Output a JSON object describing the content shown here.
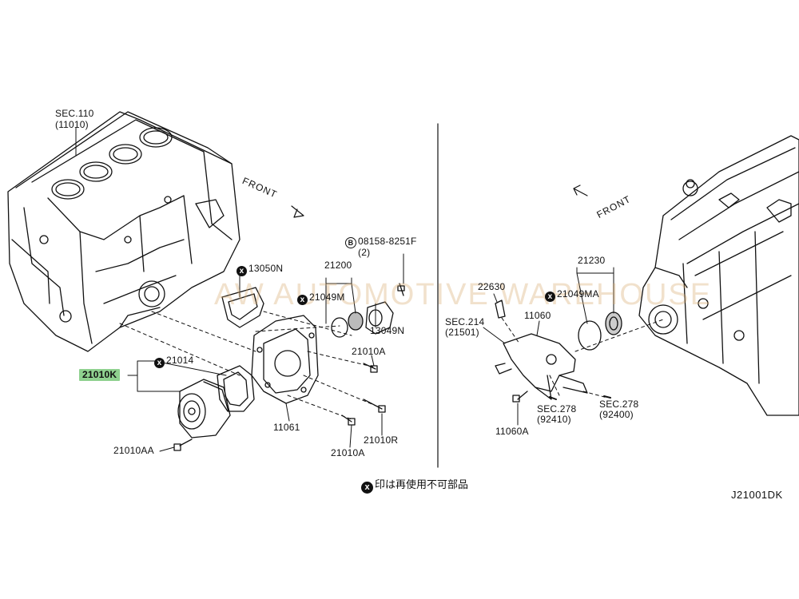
{
  "watermark": "AW AUTOMOTIVE WAREHOUSE",
  "diagram_code": "J21001DK",
  "legend_note": "印は再使用不可部品",
  "highlight_color": "#8fd18f",
  "left": {
    "front_label": "FRONT",
    "sec_ref": {
      "line1": "SEC.110",
      "line2": "(11010)"
    },
    "parts": {
      "p13050N": "13050N",
      "p21200": "21200",
      "p08158": "08158-8251F",
      "p08158_qty": "(2)",
      "p21049M": "21049M",
      "p13049N": "13049N",
      "p21014": "21014",
      "p21010K": "21010K",
      "p21010A_top": "21010A",
      "p11061": "11061",
      "p21010R": "21010R",
      "p21010A_bottom": "21010A",
      "p21010AA": "21010AA"
    },
    "markers": {
      "bolt_ref": "B",
      "non_reusable": "x"
    }
  },
  "right": {
    "front_label": "FRONT",
    "parts": {
      "p21230": "21230",
      "p22630": "22630",
      "p21049MA": "21049MA",
      "p11060": "11060",
      "p11060A": "11060A"
    },
    "sec214": {
      "line1": "SEC.214",
      "line2": "(21501)"
    },
    "sec278a": {
      "line1": "SEC.278",
      "line2": "(92410)"
    },
    "sec278b": {
      "line1": "SEC.278",
      "line2": "(92400)"
    }
  }
}
